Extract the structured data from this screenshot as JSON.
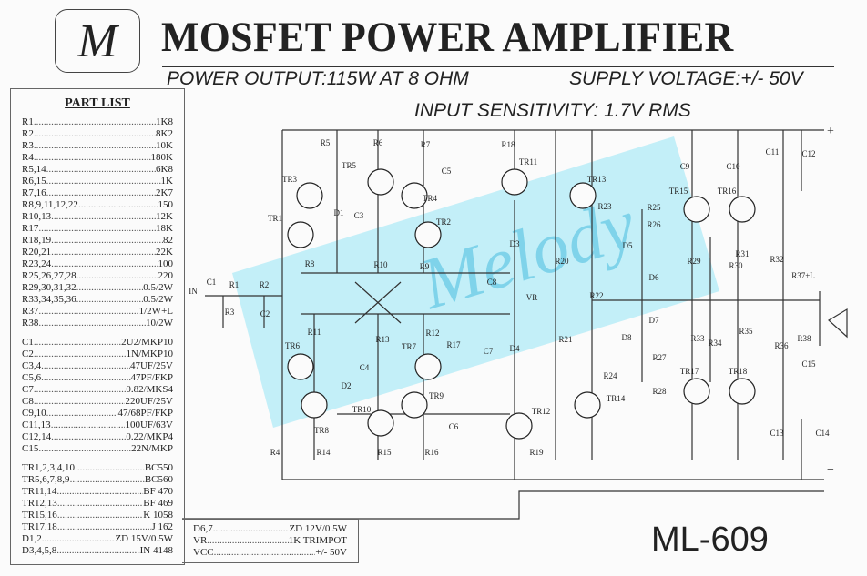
{
  "logo_letter": "M",
  "title": "MOSFET POWER AMPLIFIER",
  "specs": {
    "power_output": "POWER OUTPUT:115W AT 8 OHM",
    "supply_voltage": "SUPPLY VOLTAGE:+/- 50V",
    "input_sensitivity": "INPUT SENSITIVITY: 1.7V RMS"
  },
  "watermark": "Melody",
  "model": "ML-609",
  "part_list": {
    "heading": "PART LIST",
    "resistors": [
      [
        "R1",
        "1K8"
      ],
      [
        "R2",
        "8K2"
      ],
      [
        "R3",
        "10K"
      ],
      [
        "R4",
        "180K"
      ],
      [
        "R5,14",
        "6K8"
      ],
      [
        "R6,15",
        "1K"
      ],
      [
        "R7,16",
        "2K7"
      ],
      [
        "R8,9,11,12,22",
        "150"
      ],
      [
        "R10,13",
        "12K"
      ],
      [
        "R17",
        "18K"
      ],
      [
        "R18,19",
        "82"
      ],
      [
        "R20,21",
        "22K"
      ],
      [
        "R23,24",
        "100"
      ],
      [
        "R25,26,27,28",
        "220"
      ],
      [
        "R29,30,31,32",
        "0.5/2W"
      ],
      [
        "R33,34,35,36",
        "0.5/2W"
      ],
      [
        "R37",
        "1/2W+L"
      ],
      [
        "R38",
        "10/2W"
      ]
    ],
    "capacitors": [
      [
        "C1",
        "2U2/MKP10"
      ],
      [
        "C2",
        "1N/MKP10"
      ],
      [
        "C3,4",
        "47UF/25V"
      ],
      [
        "C5,6",
        "47PF/FKP"
      ],
      [
        "C7",
        "0.82/MKS4"
      ],
      [
        "C8",
        "220UF/25V"
      ],
      [
        "C9,10",
        "47/68PF/FKP"
      ],
      [
        "C11,13",
        "100UF/63V"
      ],
      [
        "C12,14",
        "0.22/MKP4"
      ],
      [
        "C15",
        "22N/MKP"
      ]
    ],
    "semis": [
      [
        "TR1,2,3,4,10",
        "BC550"
      ],
      [
        "TR5,6,7,8,9",
        "BC560"
      ],
      [
        "TR11,14",
        "BF 470"
      ],
      [
        "TR12,13",
        "BF 469"
      ],
      [
        "TR15,16",
        "K 1058"
      ],
      [
        "TR17,18",
        "J 162"
      ],
      [
        "D1,2",
        "ZD 15V/0.5W"
      ],
      [
        "D3,4,5,8",
        "IN 4148"
      ]
    ],
    "extra": [
      [
        "D6,7",
        "ZD 12V/0.5W"
      ],
      [
        "VR",
        "1K TRIMPOT"
      ],
      [
        "VCC",
        "+/- 50V"
      ]
    ]
  },
  "schematic": {
    "labels": [
      "R5",
      "R6",
      "R7",
      "R18",
      "TR11",
      "C5",
      "TR5",
      "TR3",
      "TR4",
      "TR13",
      "C9",
      "C10",
      "C11",
      "C12",
      "D1",
      "C3",
      "TR1",
      "TR2",
      "R23",
      "R25",
      "R26",
      "TR15",
      "TR16",
      "D3",
      "D5",
      "D6",
      "R31",
      "R32",
      "R29",
      "R30",
      "R8",
      "R10",
      "R9",
      "R20",
      "C8",
      "VR",
      "R22",
      "R37+L",
      "IN",
      "C1",
      "R1",
      "R2",
      "R3",
      "C2",
      "D7",
      "D8",
      "R11",
      "R12",
      "R13",
      "R17",
      "C7",
      "D4",
      "R21",
      "TR6",
      "TR7",
      "R33",
      "R34",
      "R35",
      "R36",
      "R38",
      "R27",
      "C4",
      "D2",
      "C15",
      "R24",
      "R28",
      "TR17",
      "TR18",
      "TR10",
      "TR9",
      "C6",
      "TR12",
      "TR14",
      "TR8",
      "C13",
      "C14",
      "R4",
      "R14",
      "R15",
      "R16",
      "R19",
      "+",
      "−"
    ]
  }
}
